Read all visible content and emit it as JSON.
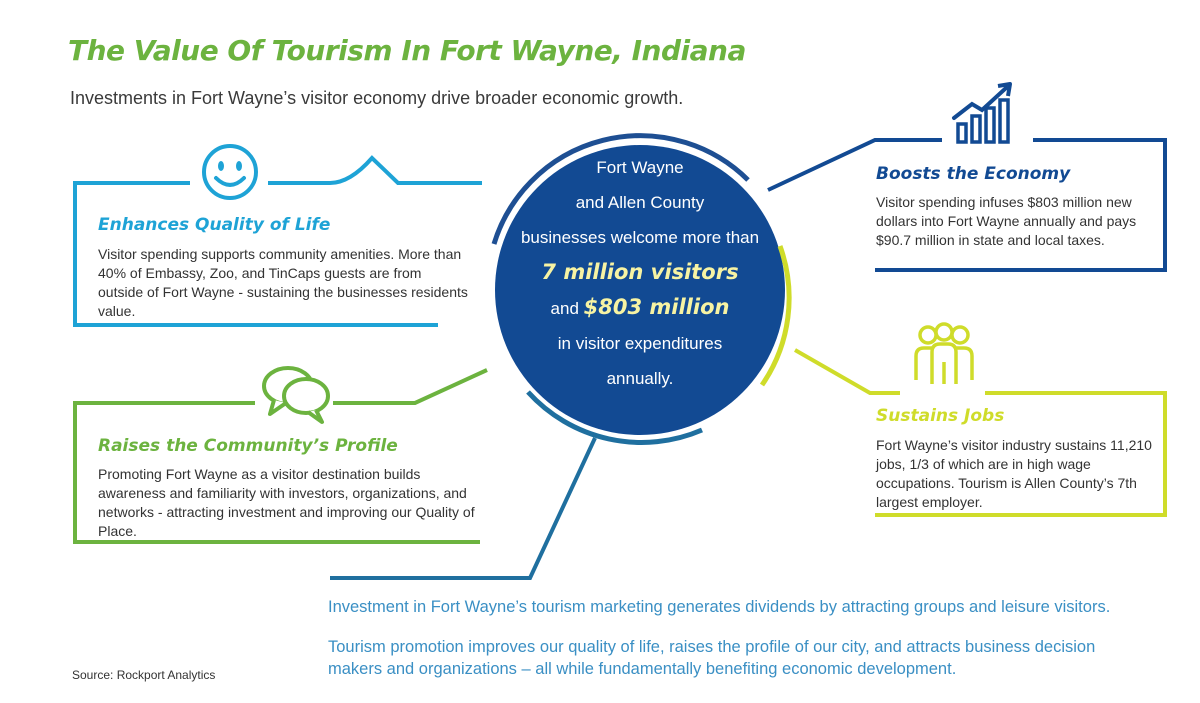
{
  "header": {
    "title": "The Value Of Tourism In Fort Wayne, Indiana",
    "subtitle": "Investments in Fort Wayne’s visitor economy drive broader economic growth."
  },
  "center": {
    "line1": "Fort Wayne",
    "line2": "and Allen County",
    "line3": "businesses welcome more than",
    "highlight1": "7 million visitors",
    "line4_prefix": "and",
    "highlight2": "$803 million",
    "line5": "in visitor expenditures",
    "line6": "annually."
  },
  "boxes": {
    "quality": {
      "title": "Enhances Quality of Life",
      "text": "Visitor spending supports community amenities. More than 40% of Embassy, Zoo, and TinCaps guests are from outside of Fort Wayne - sustaining the businesses residents value.",
      "icon": "smiley-face-icon",
      "color": "#1ea3d6"
    },
    "profile": {
      "title": "Raises the Community’s Profile",
      "text": "Promoting Fort Wayne as a visitor destination builds awareness and familiarity with investors, organizations, and networks - attracting investment and improving our Quality of Place.",
      "icon": "speech-bubbles-icon",
      "color": "#6cb33f"
    },
    "economy": {
      "title": "Boosts the Economy",
      "text": "Visitor spending infuses $803 million new dollars into Fort Wayne annually and pays $90.7 million in state and local taxes.",
      "icon": "growth-chart-icon",
      "color": "#124a93"
    },
    "jobs": {
      "title": "Sustains Jobs",
      "text": "Fort Wayne’s visitor industry sustains 11,210 jobs, 1/3 of which are in high wage occupations. Tourism is Allen County’s 7th largest employer.",
      "icon": "people-group-icon",
      "color": "#cfdc2a"
    }
  },
  "bottom": {
    "paragraph1": "Investment in Fort Wayne’s tourism marketing generates dividends by attracting groups and leisure visitors.",
    "paragraph2": "Tourism promotion improves our quality of life, raises the profile of our city, and attracts business decision makers and organizations – all while fundamentally benefiting economic development."
  },
  "source": "Source: Rockport Analytics",
  "colors": {
    "navy": "#124a93",
    "sky_blue": "#1ea3d6",
    "green": "#6cb33f",
    "yellow_green": "#cfdc2a",
    "teal": "#1f6f9f",
    "highlight_text": "#f7f3a3"
  }
}
